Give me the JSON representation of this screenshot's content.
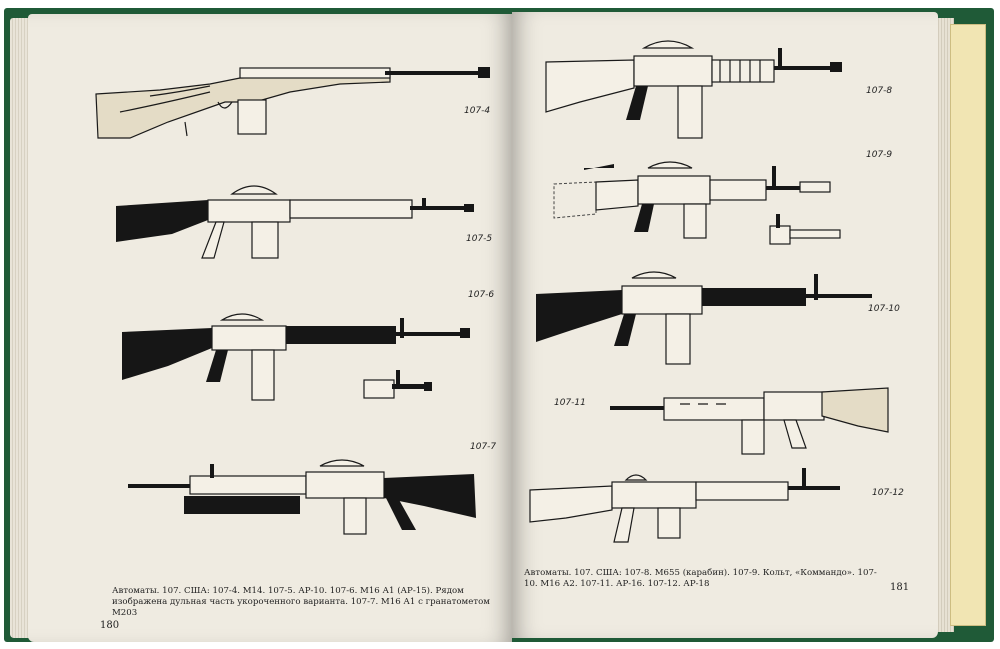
{
  "left_page": {
    "figure_labels": [
      "107-4",
      "107-5",
      "107-6",
      "107-7"
    ],
    "caption": "Автоматы. 107. США: 107-4. М14. 107-5. АР-10. 107-6. М16 А1 (АР-15). Рядом изображена дульная часть укороченного варианта. 107-7. М16 А1 с гранатометом М203",
    "page_number": "180"
  },
  "right_page": {
    "figure_labels": [
      "107-8",
      "107-9",
      "107-10",
      "107-11",
      "107-12"
    ],
    "caption": "Автоматы. 107. США: 107-8. М655 (карабин). 107-9. Кольт, «Коммандо». 107-10. М16 А2. 107-11. АР-16. 107-12. АР-18",
    "page_number": "181"
  },
  "colors": {
    "cover": "#1f5a37",
    "paper": "#efebe1",
    "ink": "#161616"
  }
}
